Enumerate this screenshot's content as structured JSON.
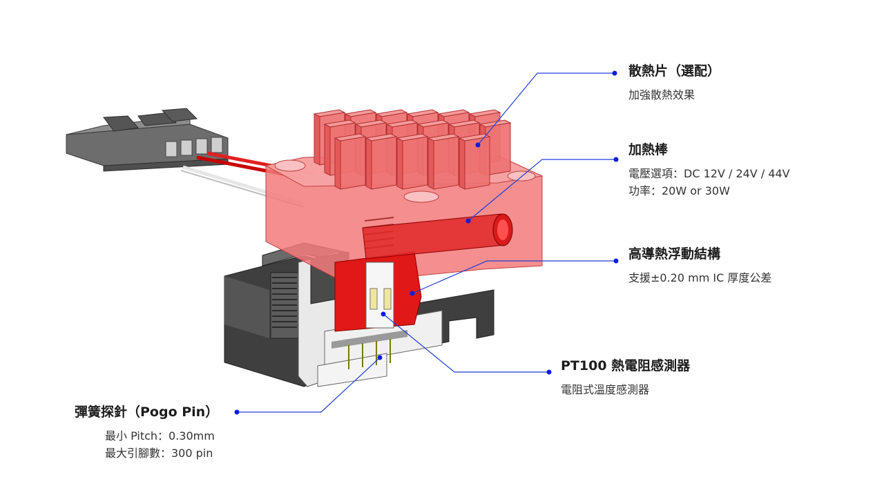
{
  "colors": {
    "leader_line": "#1f3fd6",
    "leader_dot": "#0a1ee0",
    "housing_red": "#f26b6b",
    "housing_red_dark": "#d43a3a",
    "core_red": "#e01818",
    "gray_dark": "#4a4a4a",
    "gray_mid": "#7a7a7a",
    "gray_light": "#d8d8d8"
  },
  "callouts": {
    "heatsink": {
      "title": "散熱片（選配）",
      "desc": [
        "加強散熱效果"
      ]
    },
    "heater_rod": {
      "title": "加熱棒",
      "desc": [
        "電壓選項：DC 12V / 24V / 44V",
        "功率：20W or 30W"
      ]
    },
    "floating_structure": {
      "title": "高導熱浮動結構",
      "desc": [
        "支援±0.20 mm IC 厚度公差"
      ]
    },
    "pt100": {
      "title": "PT100 熱電阻感測器",
      "desc": [
        "電阻式溫度感測器"
      ]
    },
    "pogo_pin": {
      "title": "彈簧探針（Pogo Pin）",
      "desc": [
        "最小 Pitch：0.30mm",
        "最大引腳數：300 pin"
      ]
    }
  },
  "icons": {
    "device": "test-socket-heater-cutaway-illustration"
  }
}
